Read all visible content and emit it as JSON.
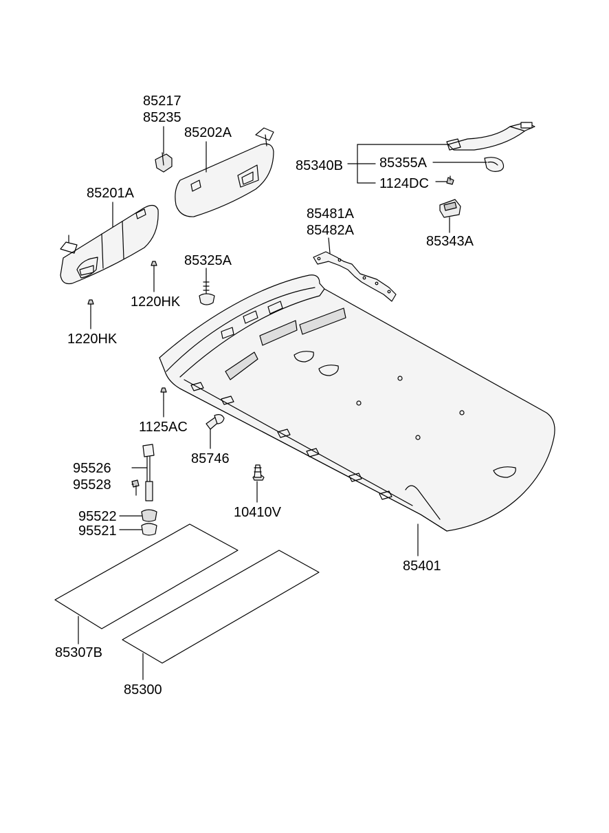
{
  "labels": {
    "l85217": "85217",
    "l85235": "85235",
    "l85202A": "85202A",
    "l85201A": "85201A",
    "l85340B": "85340B",
    "l85355A": "85355A",
    "l1124DC": "1124DC",
    "l85481A": "85481A",
    "l85482A": "85482A",
    "l85343A": "85343A",
    "l85325A": "85325A",
    "l1220HK_a": "1220HK",
    "l1220HK_b": "1220HK",
    "l1125AC": "1125AC",
    "l85746": "85746",
    "l95526": "95526",
    "l95528": "95528",
    "l95522": "95522",
    "l95521": "95521",
    "l10410V": "10410V",
    "l85401": "85401",
    "l85307B": "85307B",
    "l85300": "85300"
  },
  "colors": {
    "line": "#000000",
    "part_fill": "#f4f4f4",
    "shade": "#dddddd"
  }
}
